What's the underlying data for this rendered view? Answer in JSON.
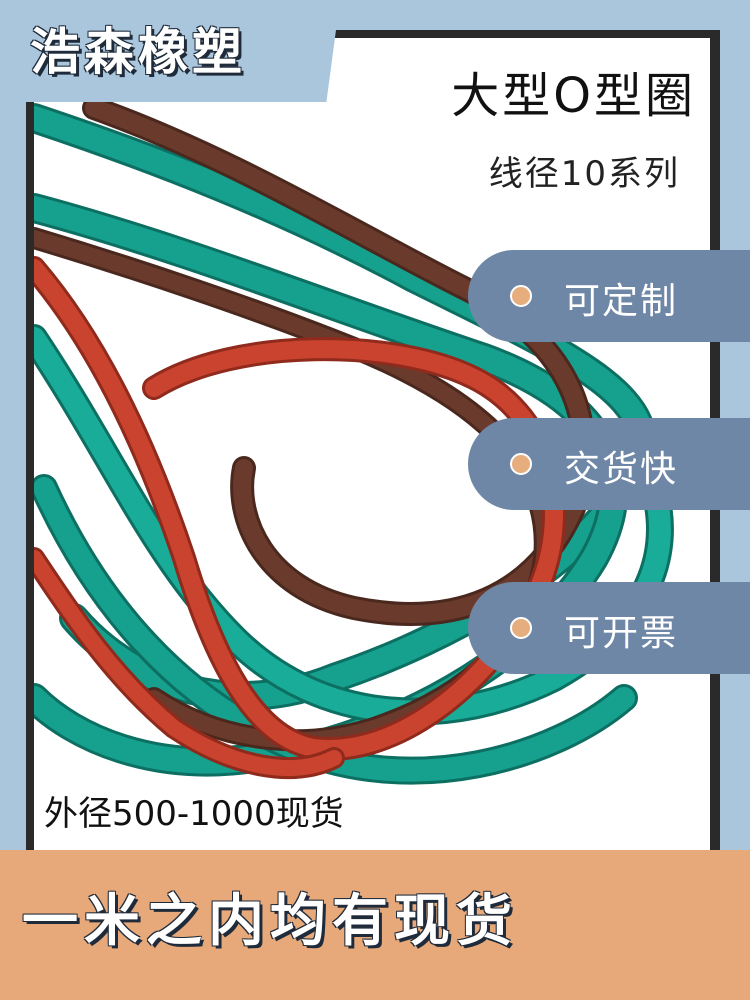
{
  "brand": "浩森橡塑",
  "title": "大型O型圈",
  "subtitle": "线径10系列",
  "features": [
    "可定制",
    "交货快",
    "可开票"
  ],
  "stock_note": "外径500-1000现货",
  "banner": "一米之内均有现货",
  "colors": {
    "background": "#aac6dc",
    "pill": "#6f87a6",
    "dot": "#e6ad7e",
    "banner": "#e8a97a",
    "ring_green": "#16a08e",
    "ring_red": "#c9432f",
    "ring_brown": "#6a3b2c"
  }
}
